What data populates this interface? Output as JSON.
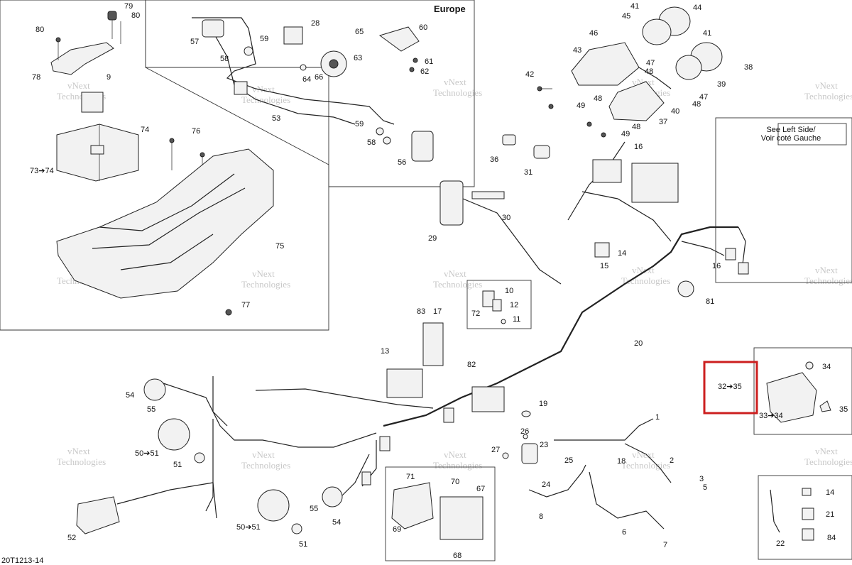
{
  "diagram": {
    "region_title": "Europe",
    "see_left_side": [
      "See Left Side/",
      "Voir coté Gauche"
    ],
    "watermark_line1": "vNext",
    "watermark_line2": "Technologies",
    "footer_code": "20T1213-14",
    "highlight_color": "#cc1f1f",
    "callouts": [
      "79",
      "80",
      "80",
      "78",
      "9",
      "74",
      "73➔74",
      "76",
      "75",
      "77",
      "57",
      "58",
      "59",
      "28",
      "66",
      "64",
      "65",
      "63",
      "60",
      "61",
      "62",
      "53",
      "59",
      "58",
      "56",
      "41",
      "44",
      "45",
      "46",
      "43",
      "47",
      "48",
      "42",
      "49",
      "48",
      "41",
      "38",
      "39",
      "47",
      "48",
      "40",
      "37",
      "49",
      "48",
      "16",
      "36",
      "31",
      "30",
      "29",
      "14",
      "15",
      "16",
      "81",
      "20",
      "10",
      "72",
      "12",
      "11",
      "83",
      "17",
      "13",
      "82",
      "19",
      "54",
      "55",
      "50➔51",
      "51",
      "52",
      "50➔51",
      "55",
      "54",
      "51",
      "71",
      "70",
      "69",
      "67",
      "68",
      "26",
      "27",
      "23",
      "24",
      "25",
      "8",
      "1",
      "18",
      "2",
      "3",
      "5",
      "6",
      "7",
      "32➔35",
      "34",
      "35",
      "33➔34",
      "14",
      "21",
      "22",
      "84"
    ]
  }
}
